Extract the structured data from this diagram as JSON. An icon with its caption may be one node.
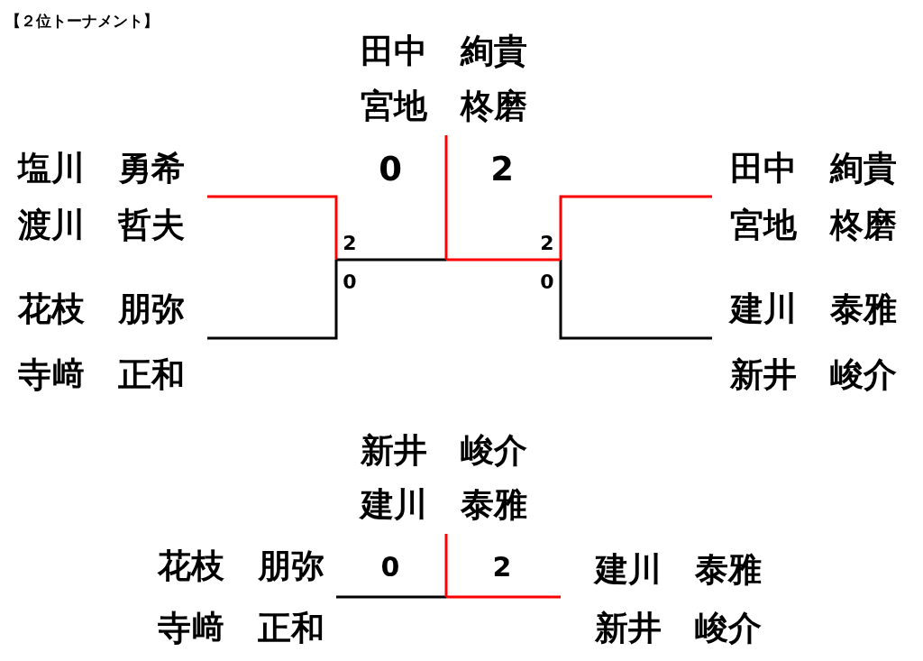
{
  "diagram": {
    "title": "【２位トーナメント】",
    "nodes": [
      {
        "text": [
          "田中　絢貴",
          "宮地　柊磨"
        ]
      },
      {
        "text": [
          "塩川　勇希",
          "渡川　哲夫"
        ]
      },
      {
        "text": [
          "田中　絢貴",
          "宮地　柊磨"
        ]
      },
      {
        "text": [
          "花枝　朋弥",
          "寺﨑　正和"
        ]
      },
      {
        "text": [
          "建川　泰雅",
          "新井　峻介"
        ]
      },
      {
        "text": [
          "新井　峻介",
          "建川　泰雅"
        ]
      },
      {
        "text": [
          "花枝　朋弥",
          "寺﨑　正和"
        ]
      },
      {
        "text": [
          "建川　泰雅",
          "新井　峻介"
        ]
      }
    ],
    "edges": [
      {
        "from": 1,
        "to": 0,
        "arrow": "none",
        "color": "#ff0000"
      },
      {
        "from": 3,
        "to": 0,
        "arrow": "none",
        "color": "#000000"
      },
      {
        "from": 2,
        "to": 0,
        "arrow": "none",
        "color": "#ff0000"
      },
      {
        "from": 4,
        "to": 0,
        "arrow": "none",
        "color": "#000000"
      },
      {
        "from": 6,
        "to": 5,
        "arrow": "none",
        "color": "#000000"
      },
      {
        "from": 7,
        "to": 5,
        "arrow": "none",
        "color": "#ff0000"
      }
    ],
    "labels": [
      "0",
      "2",
      "2",
      "2",
      "0",
      "0",
      "0",
      "2"
    ]
  }
}
